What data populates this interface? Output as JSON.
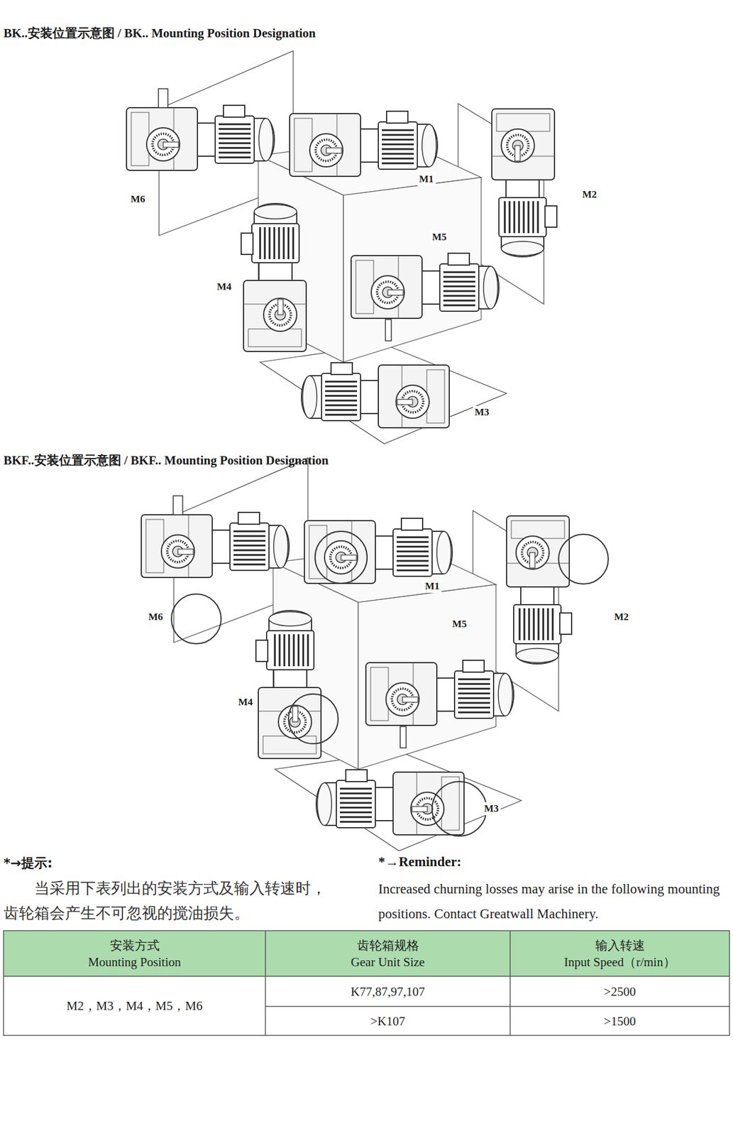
{
  "diagram": {
    "title": "BK..安装位置示意图 / BK.. Mounting Position Designation",
    "labels": [
      "BKF..安装位置示意图 / BKF.. Mounting Position Designation",
      "M6",
      "M1",
      "M2",
      "M5",
      "M4",
      "M3",
      "M6",
      "M1",
      "M2",
      "M5",
      "M4",
      "M3",
      "*→提示:",
      "当采用下表列出的安装方式及输入转速时，齿轮箱会产生不可忽视的搅油损失。",
      "*→Reminder:",
      "Increased churning losses may arise in the following mounting positions. Contact Greatwall Machinery.",
      "安装方式",
      "Mounting Position",
      "齿轮箱规格",
      "Gear Unit Size",
      "输入转速",
      "Input Speed（r/min）",
      "M2，M3，M4，M5，M6",
      "K77,87,97,107",
      ">2500",
      ">K107",
      ">1500"
    ]
  }
}
